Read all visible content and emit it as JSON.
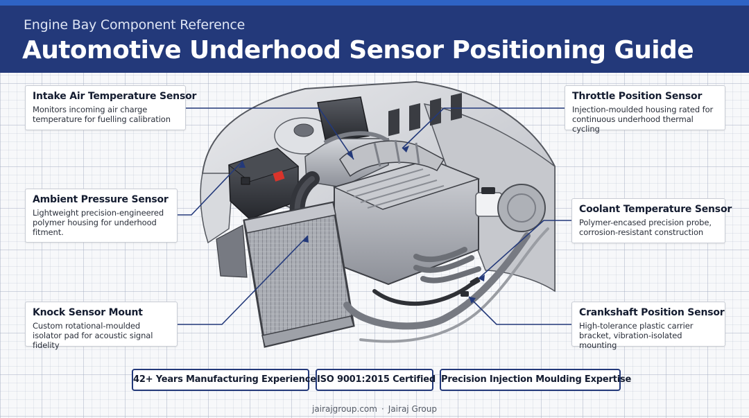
{
  "header": {
    "subtitle": "Engine Bay Component Reference",
    "title": "Automotive Underhood Sensor Positioning Guide"
  },
  "callouts": [
    {
      "title": "Intake Air Temperature Sensor",
      "desc": "Monitors incoming air charge temperature for fuelling calibration"
    },
    {
      "title": "Ambient Pressure Sensor",
      "desc": "Lightweight precision-engineered polymer housing for underhood fitment."
    },
    {
      "title": "Knock Sensor Mount",
      "desc": "Custom rotational-moulded isolator pad for acoustic signal fidelity"
    },
    {
      "title": "Throttle Position Sensor",
      "desc": "Injection-moulded housing rated for continuous underhood thermal cycling"
    },
    {
      "title": "Coolant Temperature Sensor",
      "desc": "Polymer-encased precision probe, corrosion-resistant construction"
    },
    {
      "title": "Crankshaft Position Sensor",
      "desc": "High-tolerance plastic carrier bracket, vibration-isolated mounting"
    }
  ],
  "badges": [
    "42+ Years Manufacturing Experience",
    "ISO 9001:2015 Certified",
    "Precision Injection Moulding Expertise"
  ],
  "footer": {
    "site": "jairajgroup.com",
    "separator": "·",
    "company": "Jairaj Group"
  },
  "colors": {
    "header_bg": "#23397a",
    "accent": "#2e63c4",
    "leader_line": "#23397a",
    "battery_terminal": "#d9342b"
  }
}
